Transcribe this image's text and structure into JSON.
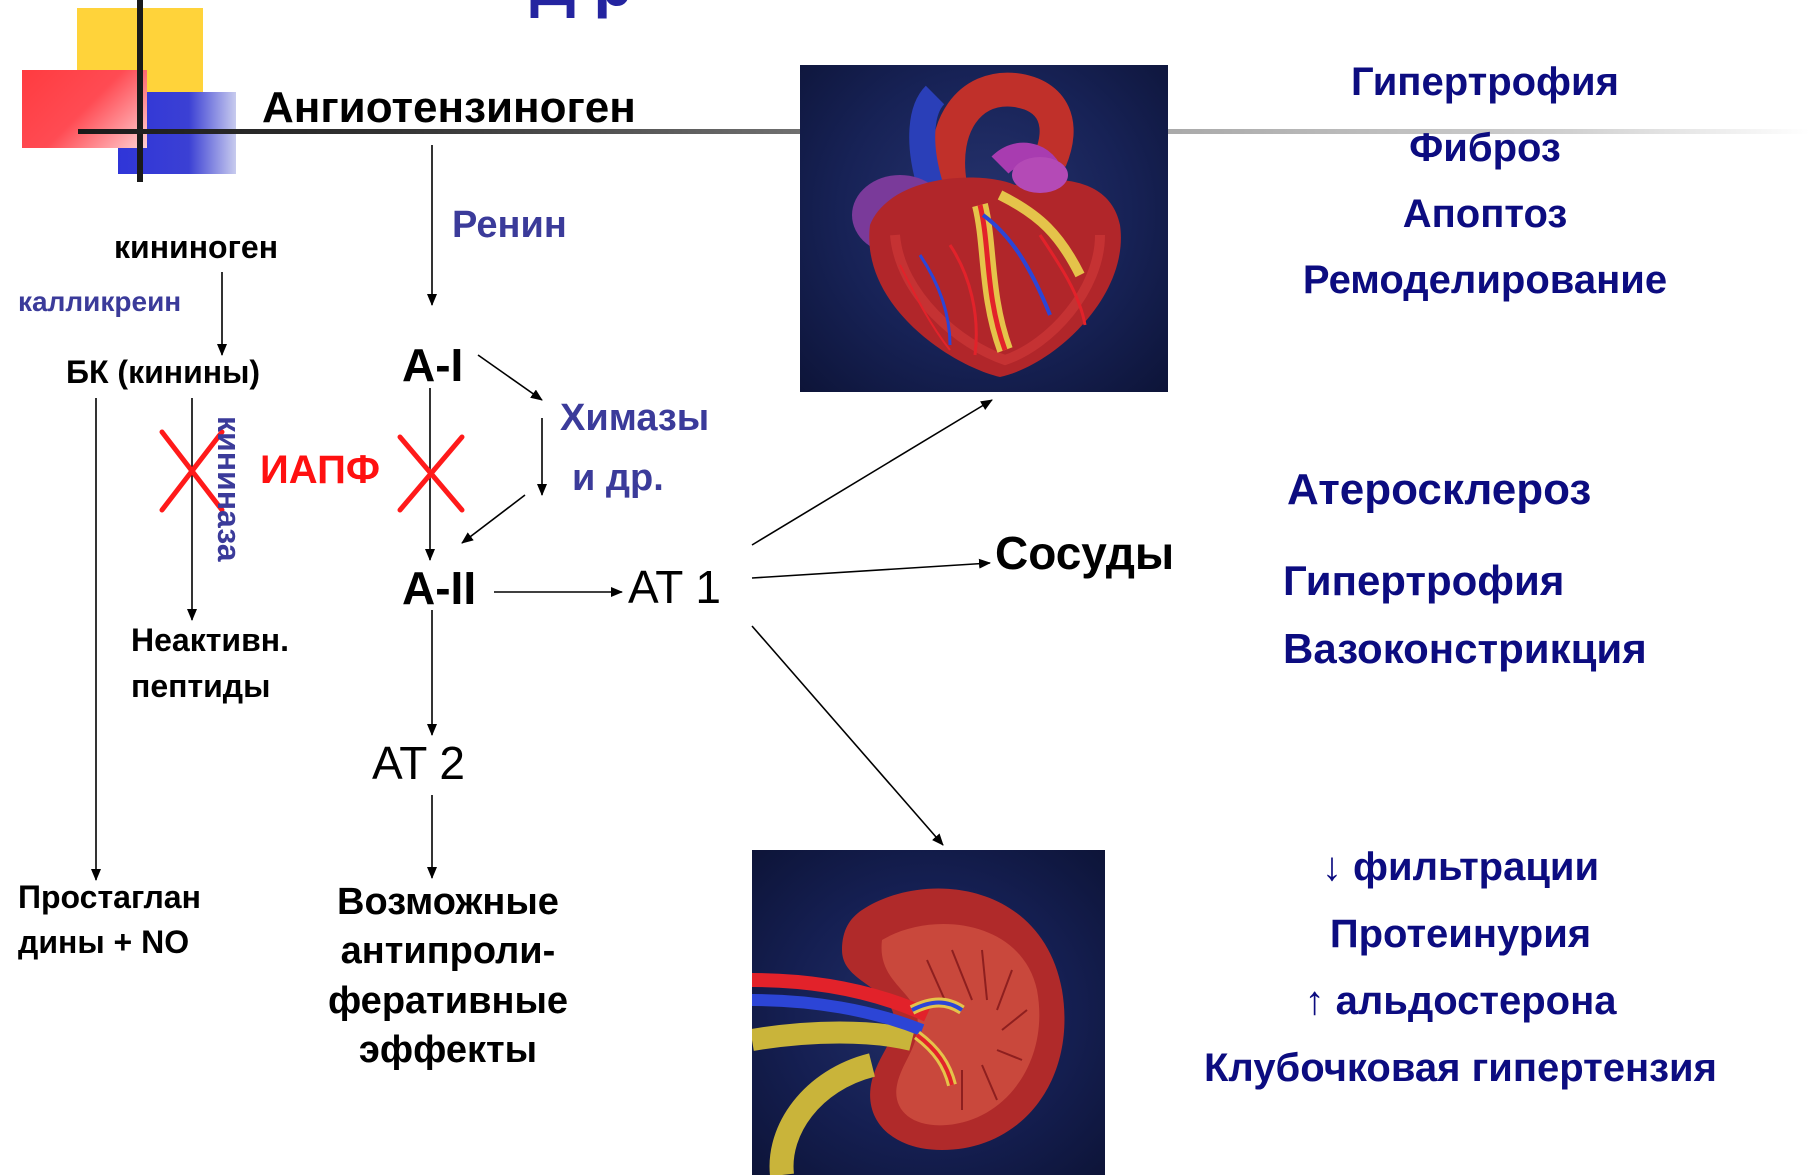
{
  "slide": {
    "title_fragment": "Д                         р"
  },
  "left_branch": {
    "kininogen": "кининоген",
    "kallikrein": "калликреин",
    "bk_kinins": "БК (кинины)",
    "kininase": "кининаза",
    "inactive_peptides_line1": "Неактивн.",
    "inactive_peptides_line2": "пептиды",
    "prostaglandins_line1": "Простаглан",
    "prostaglandins_line2": "дины + NO"
  },
  "center_branch": {
    "angiotensinogen": "Ангиотензиноген",
    "renin": "Ренин",
    "a1": "A-I",
    "a2": "A-II",
    "chymase_line1": "Химазы",
    "chymase_line2": "и др.",
    "iapf": "ИАПФ",
    "at1": "AT 1",
    "at2": "AT 2",
    "at2_effects_line1": "Возможные",
    "at2_effects_line2": "антипроли-",
    "at2_effects_line3": "феративные",
    "at2_effects_line4": "эффекты"
  },
  "targets": {
    "vessels": "Сосуды"
  },
  "heart_effects": [
    "Гипертрофия",
    "Фиброз",
    "Апоптоз",
    "Ремоделирование"
  ],
  "vessel_effects": [
    "Атеросклероз",
    "Гипертрофия",
    "Вазоконстрикция"
  ],
  "kidney_effects": [
    "↓ фильтрации",
    "Протеинурия",
    "↑ альдостерона",
    "Клубочковая гипертензия"
  ],
  "images": {
    "heart": "heart-illustration",
    "kidney": "kidney-illustration"
  },
  "colors": {
    "effect_text": "#0c0c80",
    "enzyme_text": "#3b3b9a",
    "inhibitor_text": "#ff1010",
    "image_background": "#131d4a"
  }
}
